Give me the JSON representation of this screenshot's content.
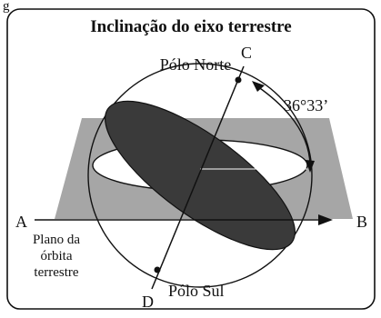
{
  "figure": {
    "caption_fragment": "g",
    "title": "Inclinação do eixo terrestre",
    "north_pole": "Pólo Norte",
    "south_pole": "Pólo Sul",
    "point_a": "A",
    "point_b": "B",
    "point_c": "C",
    "point_d": "D",
    "angle": "36°33’",
    "plane_label": [
      "Plano da",
      "órbita",
      "terrestre"
    ]
  },
  "colors": {
    "plane": "#a6a6a6",
    "equator_disk": "#3a3a3a",
    "ink": "#111111",
    "background": "#ffffff"
  }
}
